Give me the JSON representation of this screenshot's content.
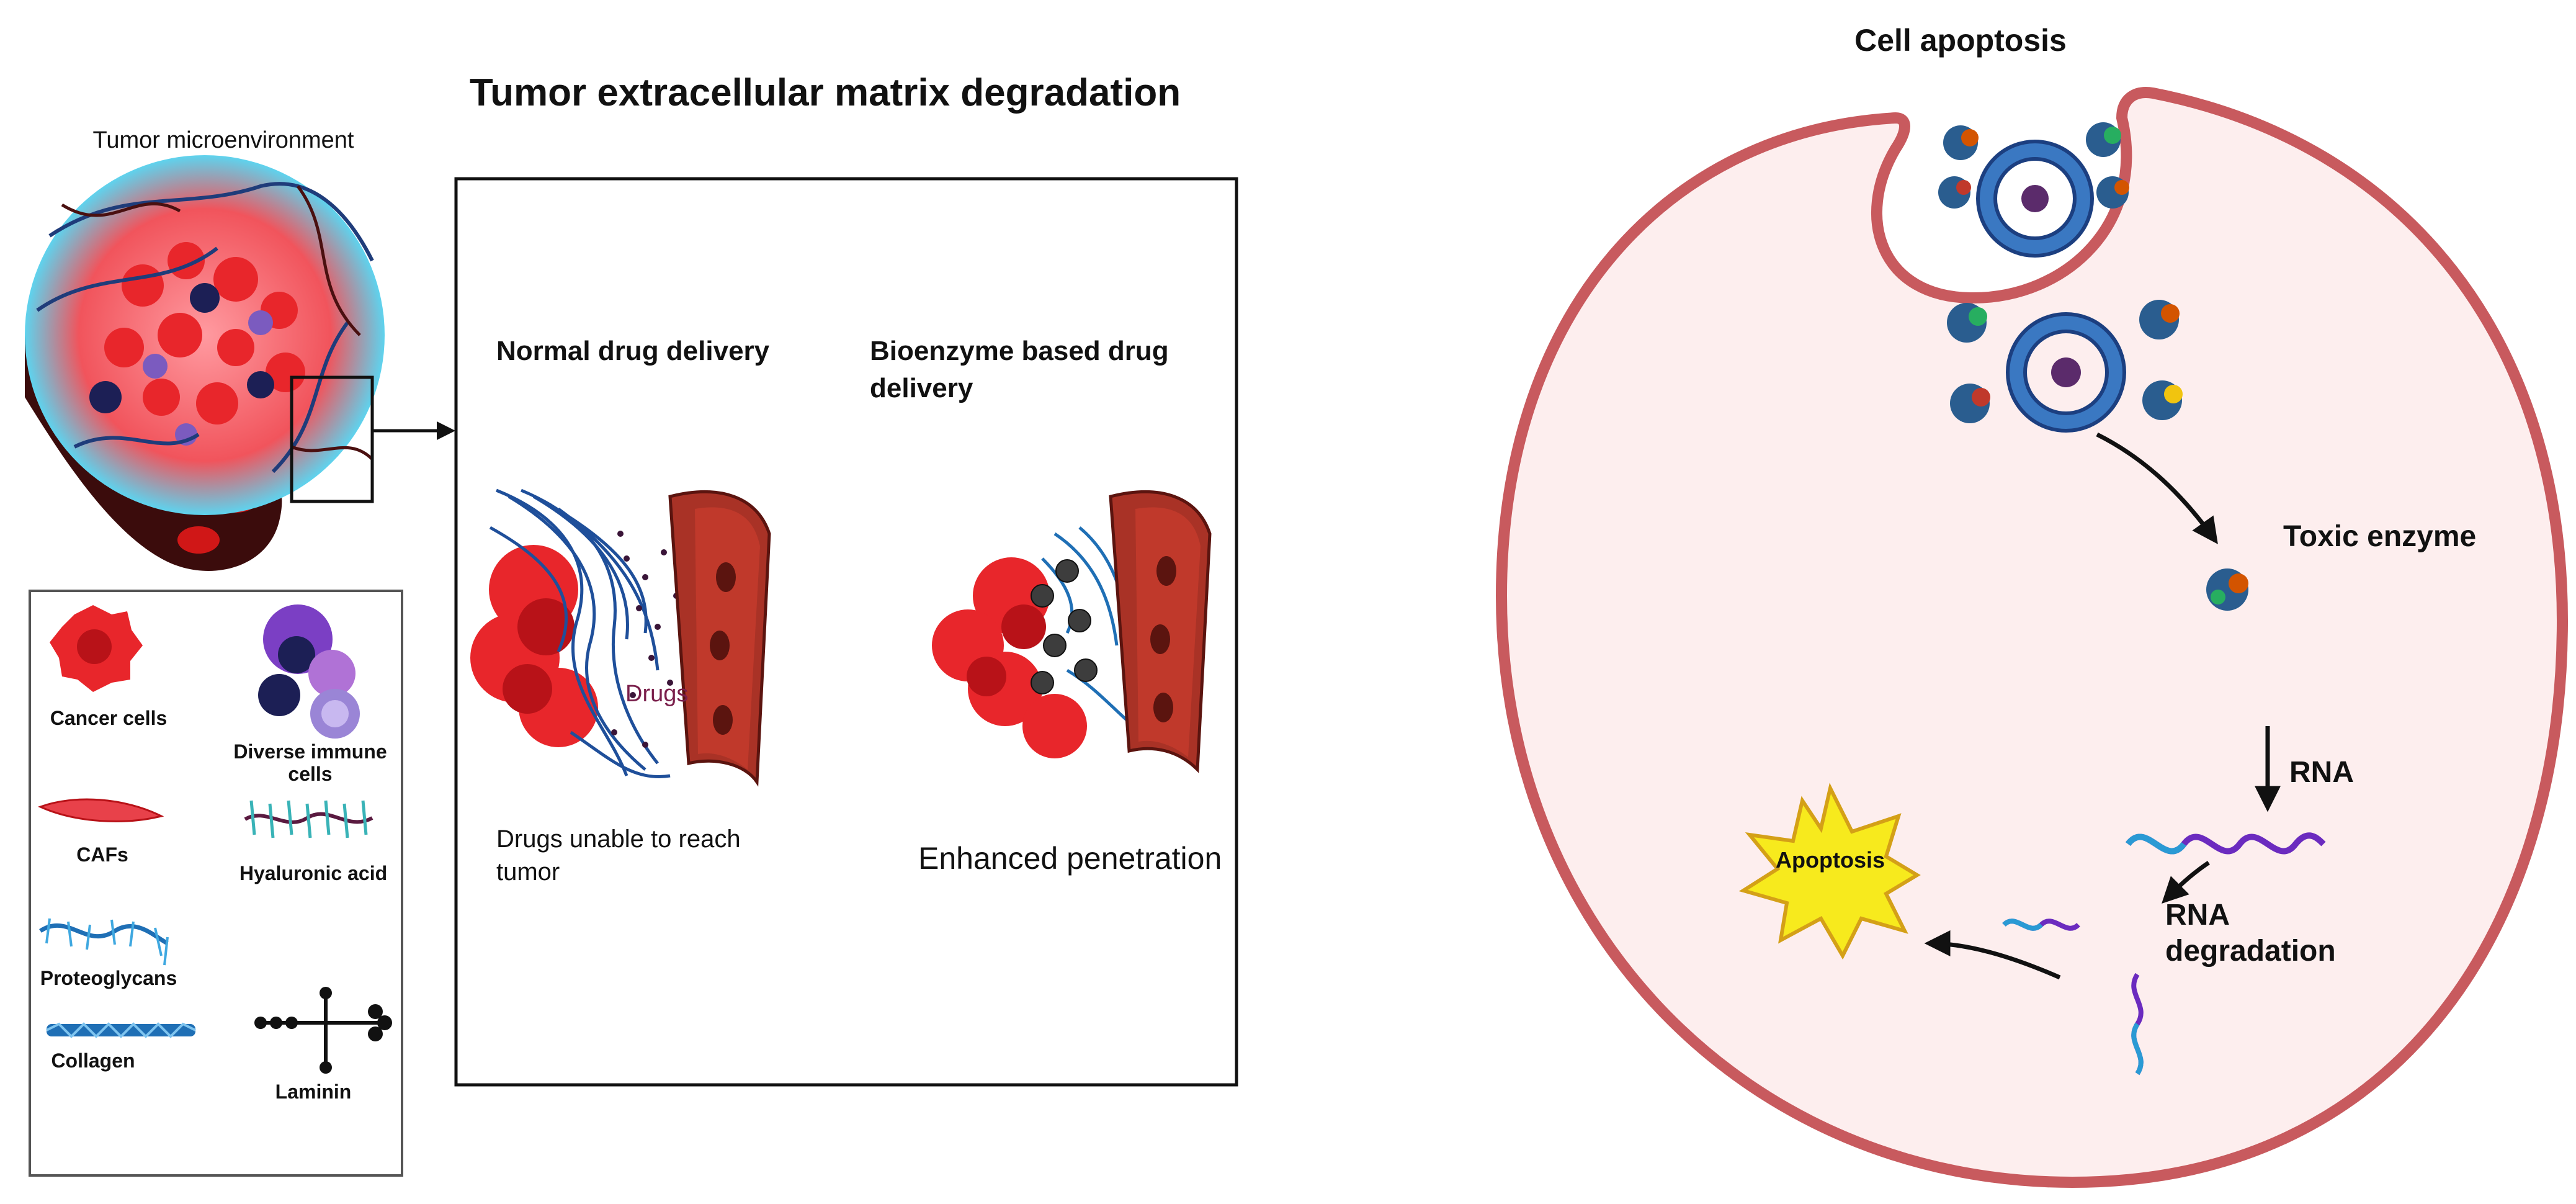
{
  "left_panel": {
    "title": "Tumor extracellular matrix degradation",
    "microenvironment_label": "Tumor microenvironment",
    "legend": {
      "cancer_cells": "Cancer cells",
      "immune_cells_line1": "Diverse immune",
      "immune_cells_line2": "cells",
      "cafs": "CAFs",
      "hyaluronic_acid": "Hyaluronic acid",
      "proteoglycans": "Proteoglycans",
      "collagen": "Collagen",
      "laminin": "Laminin"
    },
    "normal": {
      "heading": "Normal drug delivery",
      "drugs_label": "Drugs",
      "caption_line1": "Drugs unable to reach",
      "caption_line2": "tumor"
    },
    "bioenzyme": {
      "heading_line1": "Bioenzyme based drug",
      "heading_line2": "delivery",
      "caption": "Enhanced penetration"
    }
  },
  "right_panel": {
    "title": "Cell apoptosis",
    "toxic_enzyme": "Toxic enzyme",
    "rna": "RNA",
    "rna_degradation_line1": "RNA",
    "rna_degradation_line2": "degradation",
    "apoptosis": "Apoptosis"
  },
  "colors": {
    "cell_membrane": "#c85a5e",
    "cytoplasm": "#fdeeee",
    "cancer_red": "#e8262b",
    "vessel": "#a93226",
    "matrix_blue": "#1f6fb5",
    "vesicle_blue": "#3a78c2",
    "apoptosis_yellow": "#f7ea1d",
    "drug_purple": "#7a1f4b"
  }
}
